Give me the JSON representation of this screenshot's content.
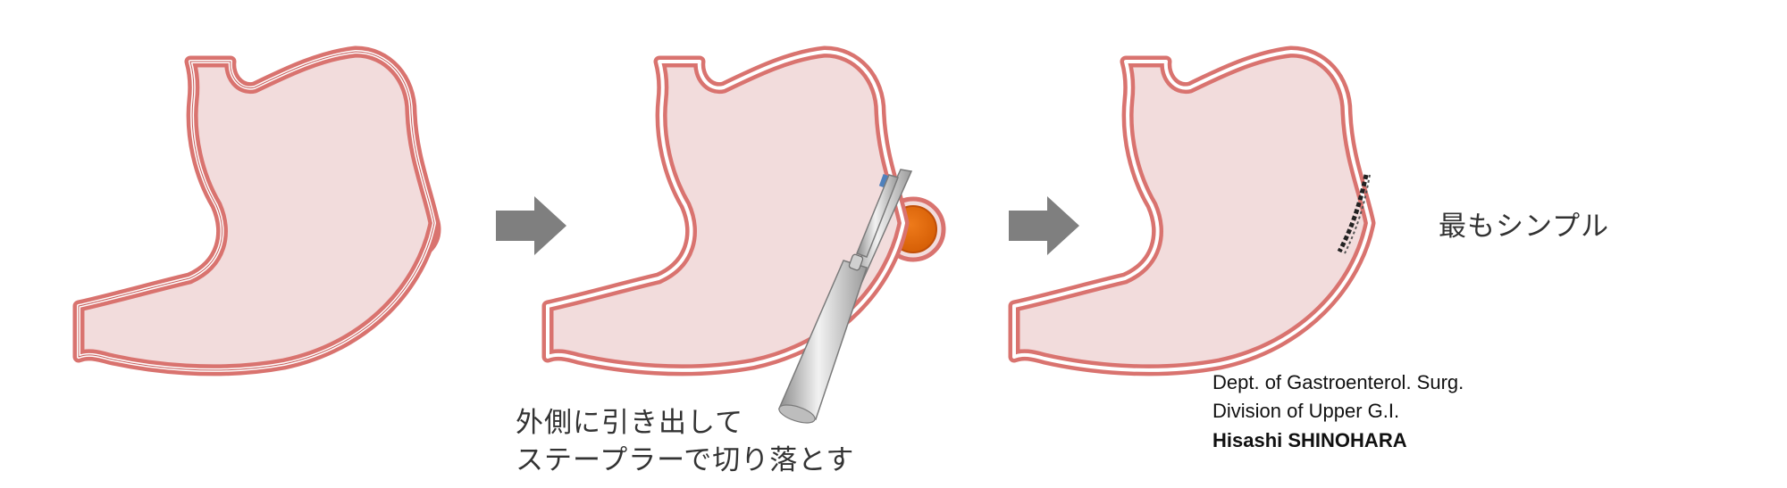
{
  "colors": {
    "stomach_fill": "#f2dcdc",
    "stomach_wall": "#d9736f",
    "stomach_wall_dark": "#c65c5a",
    "tumor": "#e36c09",
    "tumor_ring": "#c14f08",
    "arrow": "#7f7f7f",
    "stapler_light": "#e6e6e6",
    "stapler_dark": "#8c8c8c",
    "stapler_tip": "#4f81bd",
    "staple_line": "#222222"
  },
  "panel2_caption": {
    "line1": "外側に引き出して",
    "line2": "ステープラーで切り落とす"
  },
  "panel3_caption": "最もシンプル",
  "credit": {
    "dept": "Dept. of Gastroenterol. Surg.",
    "division": "Division of Upper G.I.",
    "author": "Hisashi SHINOHARA"
  }
}
